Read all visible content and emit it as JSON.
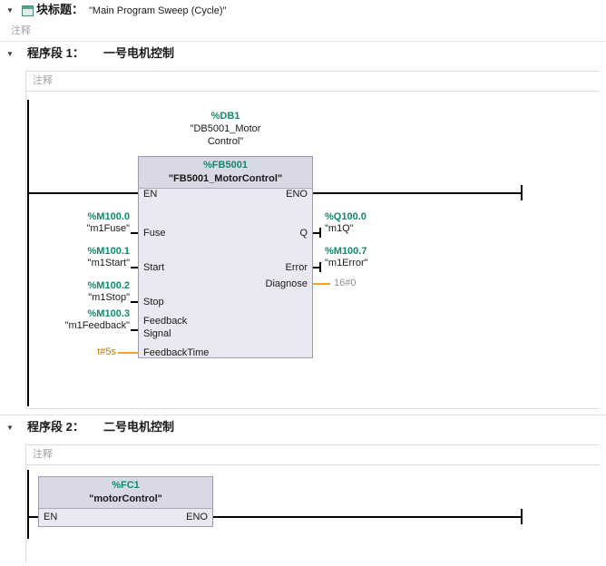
{
  "colors": {
    "operand_green": "#0e8a6f",
    "constant_orange": "#c8780a",
    "wire_orange": "#f2a233",
    "block_fill": "#e9e9f2",
    "block_header_fill": "#d9d9e5",
    "comment_gray": "#9fa1a8"
  },
  "block_title": {
    "collapse_icon": "▼",
    "label": "块标题：",
    "value": "\"Main Program Sweep (Cycle)\"",
    "comment": "注释"
  },
  "network1": {
    "collapse_icon": "▼",
    "label": "程序段 1：",
    "title": "一号电机控制",
    "comment": "注释",
    "call": {
      "db_address": "%DB1",
      "db_name_lines": [
        "\"DB5001_Motor",
        "Control\""
      ],
      "fb_address": "%FB5001",
      "fb_name": "\"FB5001_MotorControl\"",
      "en_label": "EN",
      "eno_label": "ENO",
      "inputs": [
        {
          "address": "%M100.0",
          "name": "\"m1Fuse\"",
          "pin": "Fuse"
        },
        {
          "address": "%M100.1",
          "name": "\"m1Start\"",
          "pin": "Start"
        },
        {
          "address": "%M100.2",
          "name": "\"m1Stop\"",
          "pin": "Stop"
        },
        {
          "address": "%M100.3",
          "name": "\"m1Feedback\"",
          "pin_lines": [
            "Feedback",
            "Signal"
          ]
        },
        {
          "constant": "t#5s",
          "pin": "FeedbackTime"
        }
      ],
      "outputs": [
        {
          "pin": "Q",
          "address": "%Q100.0",
          "name": "\"m1Q\""
        },
        {
          "pin": "Error",
          "address": "%M100.7",
          "name": "\"m1Error\""
        },
        {
          "pin": "Diagnose",
          "constant": "16#0"
        }
      ]
    }
  },
  "network2": {
    "collapse_icon": "▼",
    "label": "程序段 2：",
    "title": "二号电机控制",
    "comment": "注释",
    "call": {
      "fc_address": "%FC1",
      "fc_name": "\"motorControl\"",
      "en_label": "EN",
      "eno_label": "ENO"
    }
  }
}
